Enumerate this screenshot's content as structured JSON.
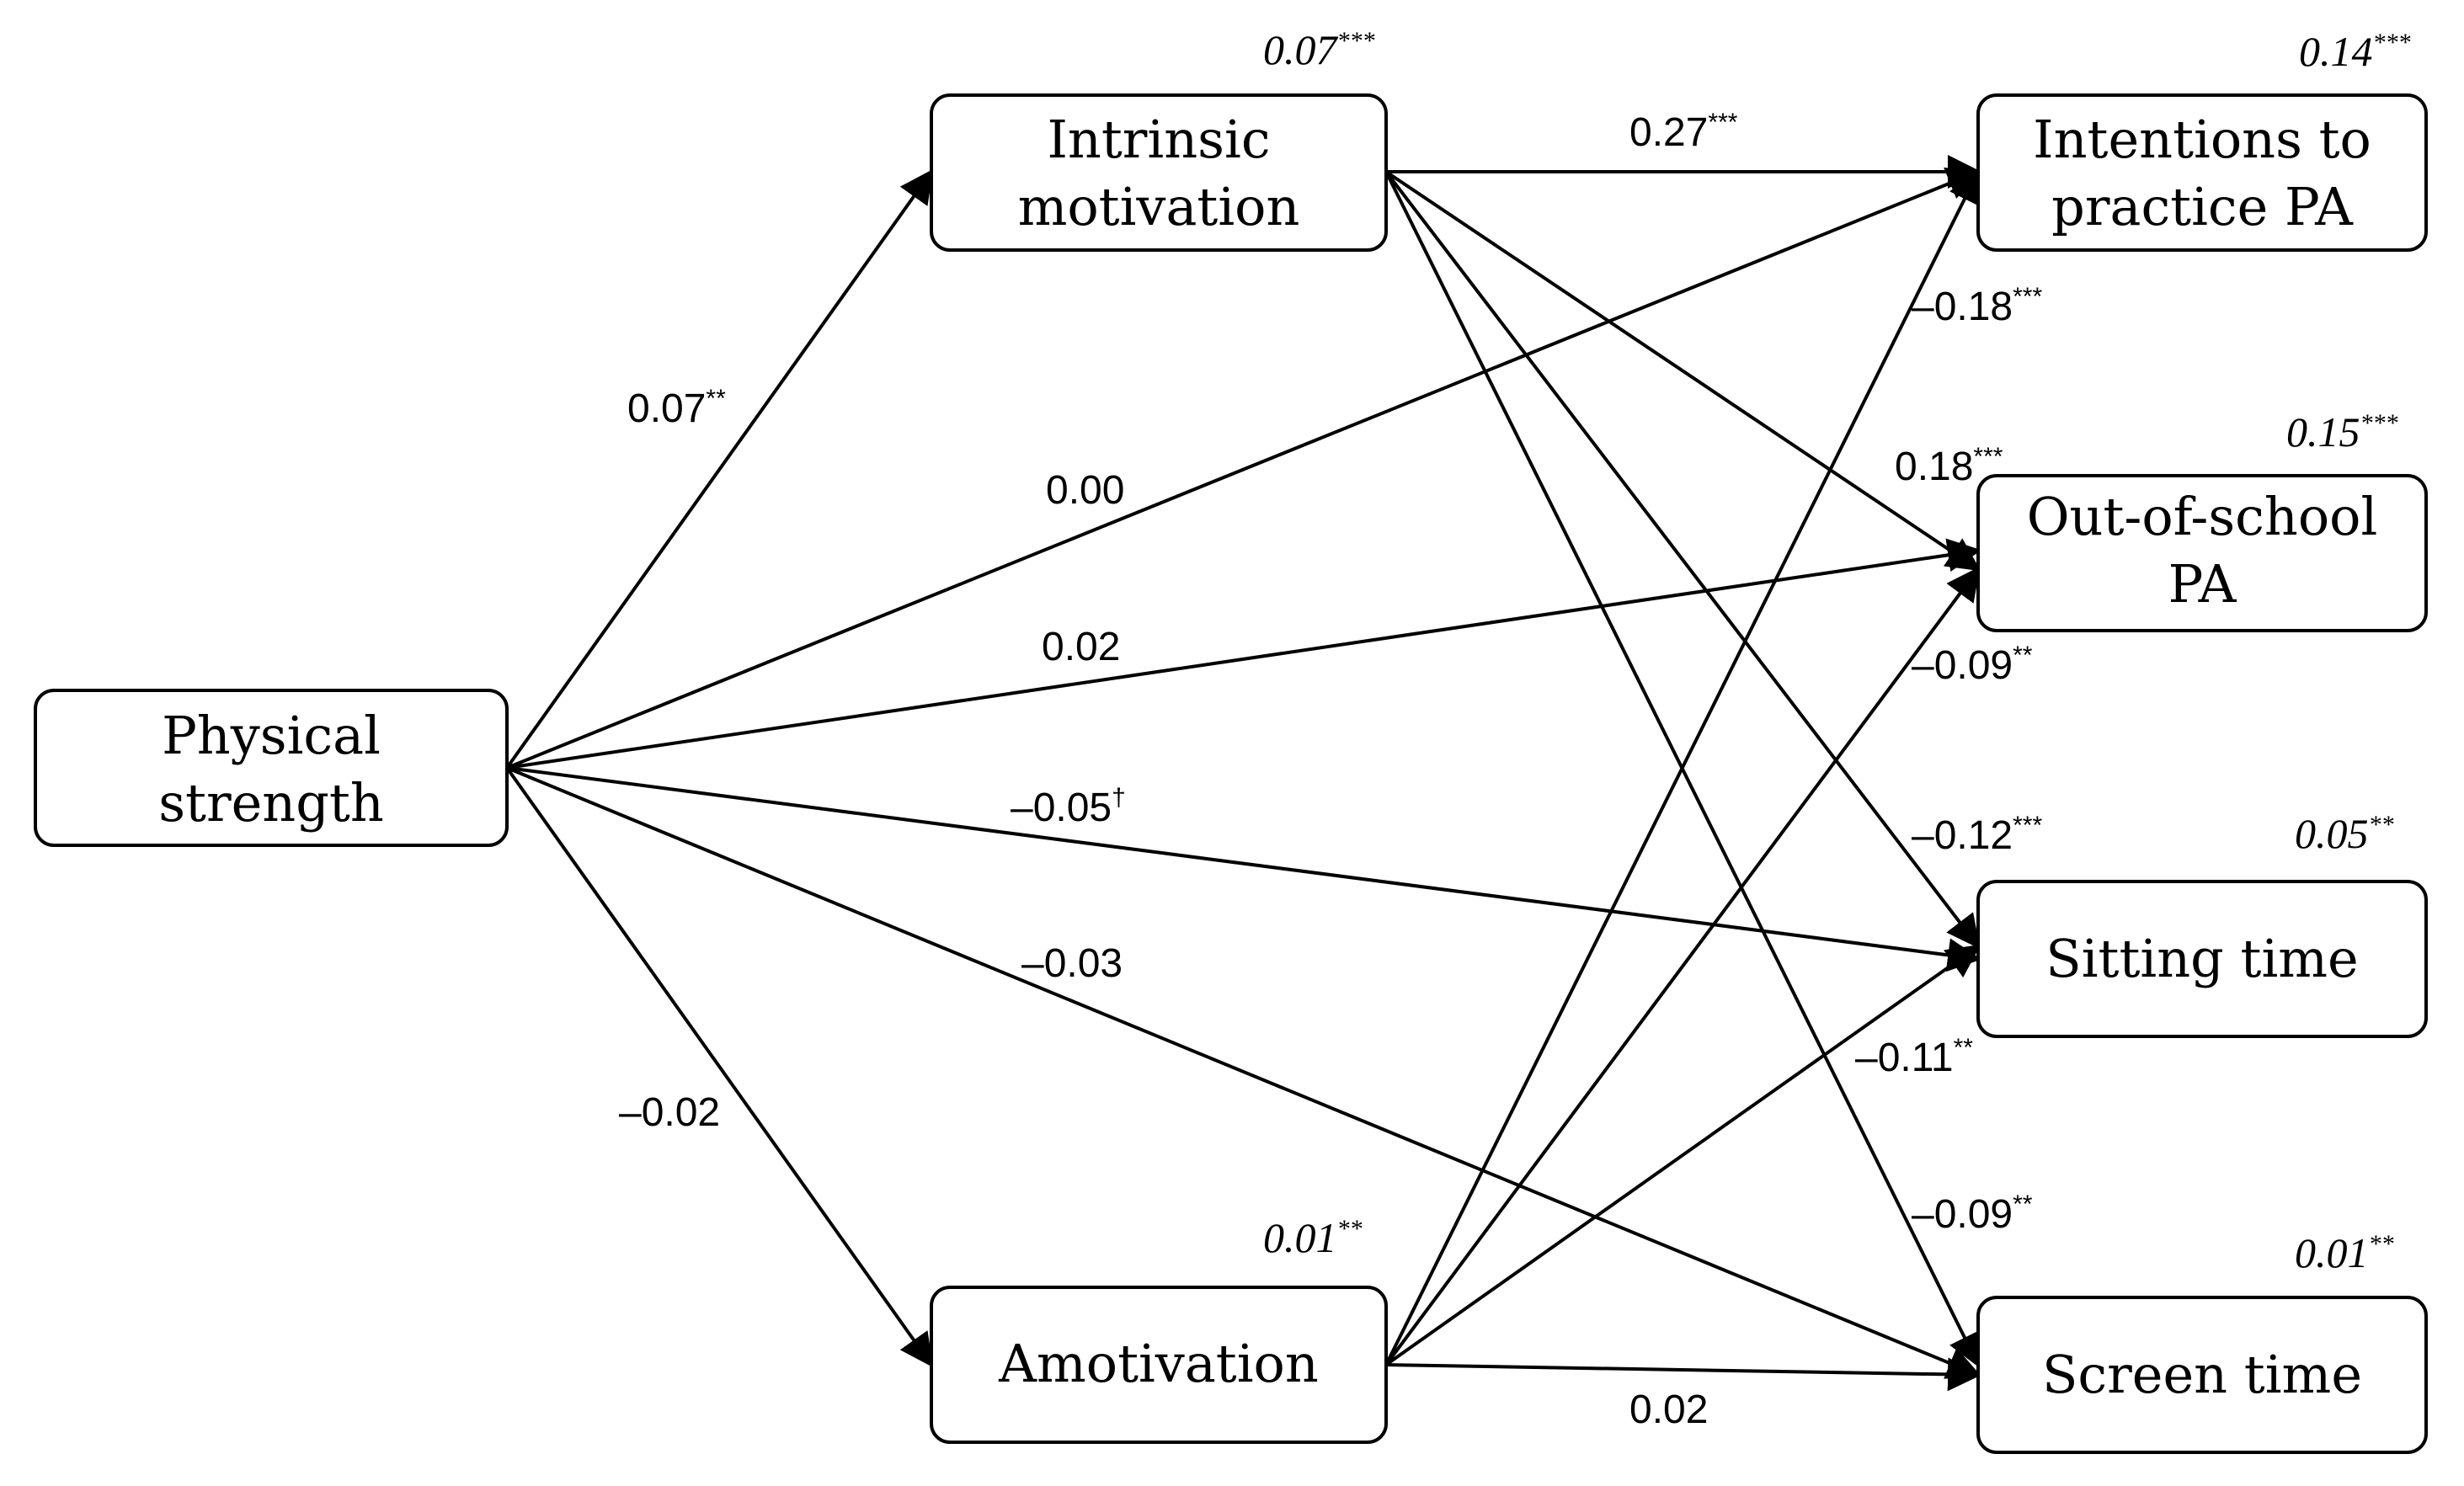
{
  "nodes": {
    "physical_strength": {
      "line1": "Physical",
      "line2": "strength"
    },
    "intrinsic_motivation": {
      "line1": "Intrinsic",
      "line2": "motivation"
    },
    "amotivation": {
      "line1": "Amotivation"
    },
    "intentions_pa": {
      "line1": "Intentions to",
      "line2": "practice PA"
    },
    "out_of_school_pa": {
      "line1": "Out-of-school",
      "line2": "PA"
    },
    "sitting_time": {
      "line1": "Sitting time"
    },
    "screen_time": {
      "line1": "Screen time"
    }
  },
  "r_squared": {
    "intrinsic_motivation": {
      "value": "0.07",
      "sig": "***"
    },
    "amotivation": {
      "value": "0.01",
      "sig": "**"
    },
    "intentions_pa": {
      "value": "0.14",
      "sig": "***"
    },
    "out_of_school_pa": {
      "value": "0.15",
      "sig": "***"
    },
    "sitting_time": {
      "value": "0.05",
      "sig": "**"
    },
    "screen_time": {
      "value": "0.01",
      "sig": "**"
    }
  },
  "paths": [
    {
      "id": "ps-im",
      "value": "0.07",
      "sig": "**"
    },
    {
      "id": "ps-am",
      "value": "–0.02",
      "sig": ""
    },
    {
      "id": "ps-int",
      "value": "0.00",
      "sig": ""
    },
    {
      "id": "ps-osp",
      "value": "0.02",
      "sig": ""
    },
    {
      "id": "ps-sit",
      "value": "–0.05",
      "sig": "†"
    },
    {
      "id": "ps-scr",
      "value": "–0.03",
      "sig": ""
    },
    {
      "id": "im-int",
      "value": "0.27",
      "sig": "***"
    },
    {
      "id": "im-osp",
      "value": "0.18",
      "sig": "***"
    },
    {
      "id": "im-sit",
      "value": "–0.12",
      "sig": "***"
    },
    {
      "id": "im-scr",
      "value": "–0.09",
      "sig": "**"
    },
    {
      "id": "am-int",
      "value": "–0.18",
      "sig": "***"
    },
    {
      "id": "am-osp",
      "value": "–0.09",
      "sig": "**"
    },
    {
      "id": "am-sit",
      "value": "–0.11",
      "sig": "**"
    },
    {
      "id": "am-scr",
      "value": "0.02",
      "sig": ""
    }
  ]
}
